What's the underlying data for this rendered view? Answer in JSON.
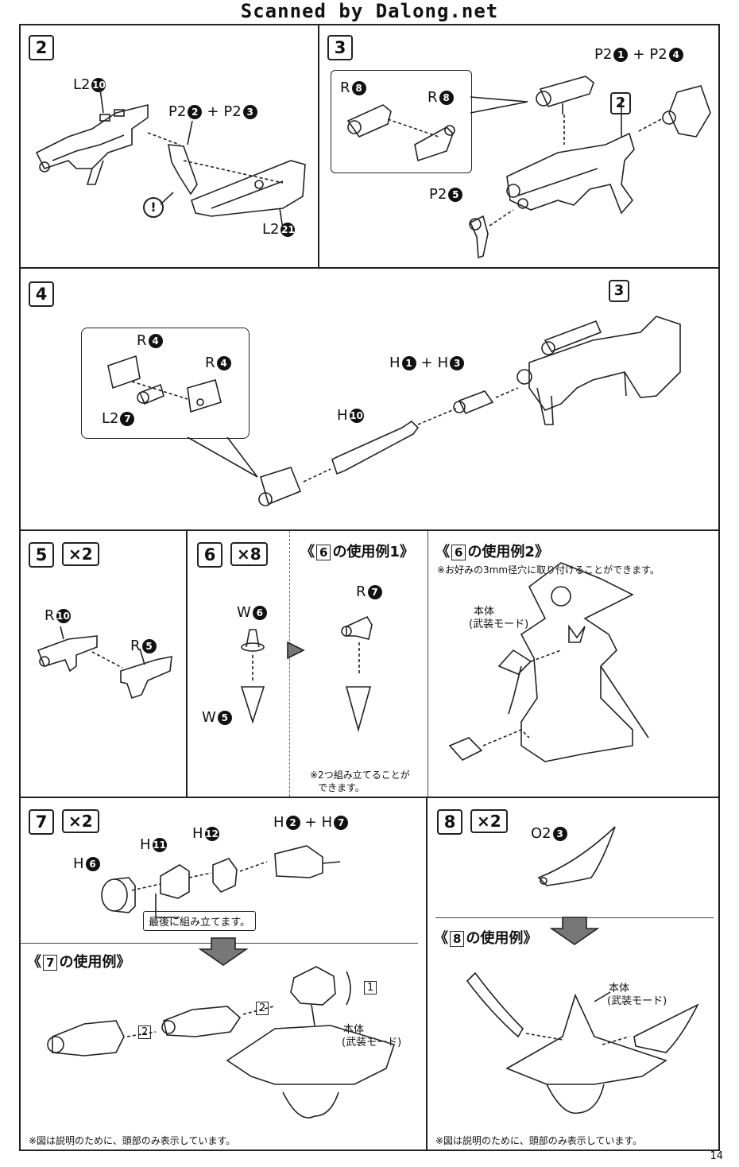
{
  "header": {
    "scan_credit": "Scanned by Dalong.net"
  },
  "step2": {
    "num": "2",
    "l2_10": {
      "p": "L2",
      "n": "10"
    },
    "p2_2": {
      "p": "P2",
      "n": "2"
    },
    "p2_3": {
      "p": "P2",
      "n": "3"
    },
    "plus": "+",
    "warn": "!",
    "l2_21": {
      "p": "L2",
      "n": "21"
    }
  },
  "step3": {
    "num": "3",
    "r8a": {
      "p": "R",
      "n": "8"
    },
    "r8b": {
      "p": "R",
      "n": "8"
    },
    "p2_1": {
      "p": "P2",
      "n": "1"
    },
    "p2_4": {
      "p": "P2",
      "n": "4"
    },
    "plus": "+",
    "ref": "2",
    "p2_5": {
      "p": "P2",
      "n": "5"
    }
  },
  "step4": {
    "num": "4",
    "ref": "3",
    "r4a": {
      "p": "R",
      "n": "4"
    },
    "r4b": {
      "p": "R",
      "n": "4"
    },
    "l2_7": {
      "p": "L2",
      "n": "7"
    },
    "h1": {
      "p": "H",
      "n": "1"
    },
    "h3": {
      "p": "H",
      "n": "3"
    },
    "plus": "+",
    "h10": {
      "p": "H",
      "n": "10"
    }
  },
  "step5": {
    "num": "5",
    "mult": "×2",
    "r10": {
      "p": "R",
      "n": "10"
    },
    "r5": {
      "p": "R",
      "n": "5"
    }
  },
  "step6": {
    "num": "6",
    "mult": "×8",
    "w6": {
      "p": "W",
      "n": "6"
    },
    "w5": {
      "p": "W",
      "n": "5"
    }
  },
  "ex6_1": {
    "open": "《",
    "ref": "6",
    "title": "の使用例1》",
    "r7": {
      "p": "R",
      "n": "7"
    },
    "note": "※2つ組み立てることが",
    "note2": "できます。"
  },
  "ex6_2": {
    "open": "《",
    "ref": "6",
    "title": "の使用例2》",
    "note": "※お好みの3mm径穴に取り付けることができます。",
    "body": "本体",
    "mode": "(武装モード)"
  },
  "step7": {
    "num": "7",
    "mult": "×2",
    "h6": {
      "p": "H",
      "n": "6"
    },
    "h11": {
      "p": "H",
      "n": "11"
    },
    "h12": {
      "p": "H",
      "n": "12"
    },
    "h2": {
      "p": "H",
      "n": "2"
    },
    "h7": {
      "p": "H",
      "n": "7"
    },
    "plus": "+",
    "callout": "最後に組み立てます。"
  },
  "ex7": {
    "open": "《",
    "ref": "7",
    "title": "の使用例》",
    "tag1": "1",
    "tag2a": "2",
    "tag2b": "2",
    "body": "本体",
    "mode": "(武装モード)",
    "note": "※図は説明のために、頭部のみ表示しています。"
  },
  "step8": {
    "num": "8",
    "mult": "×2",
    "o2_3": {
      "p": "O2",
      "n": "3"
    }
  },
  "ex8": {
    "open": "《",
    "ref": "8",
    "title": "の使用例》",
    "body": "本体",
    "mode": "(武装モード)",
    "note": "※図は説明のために、頭部のみ表示しています。"
  },
  "page": {
    "number": "14"
  }
}
